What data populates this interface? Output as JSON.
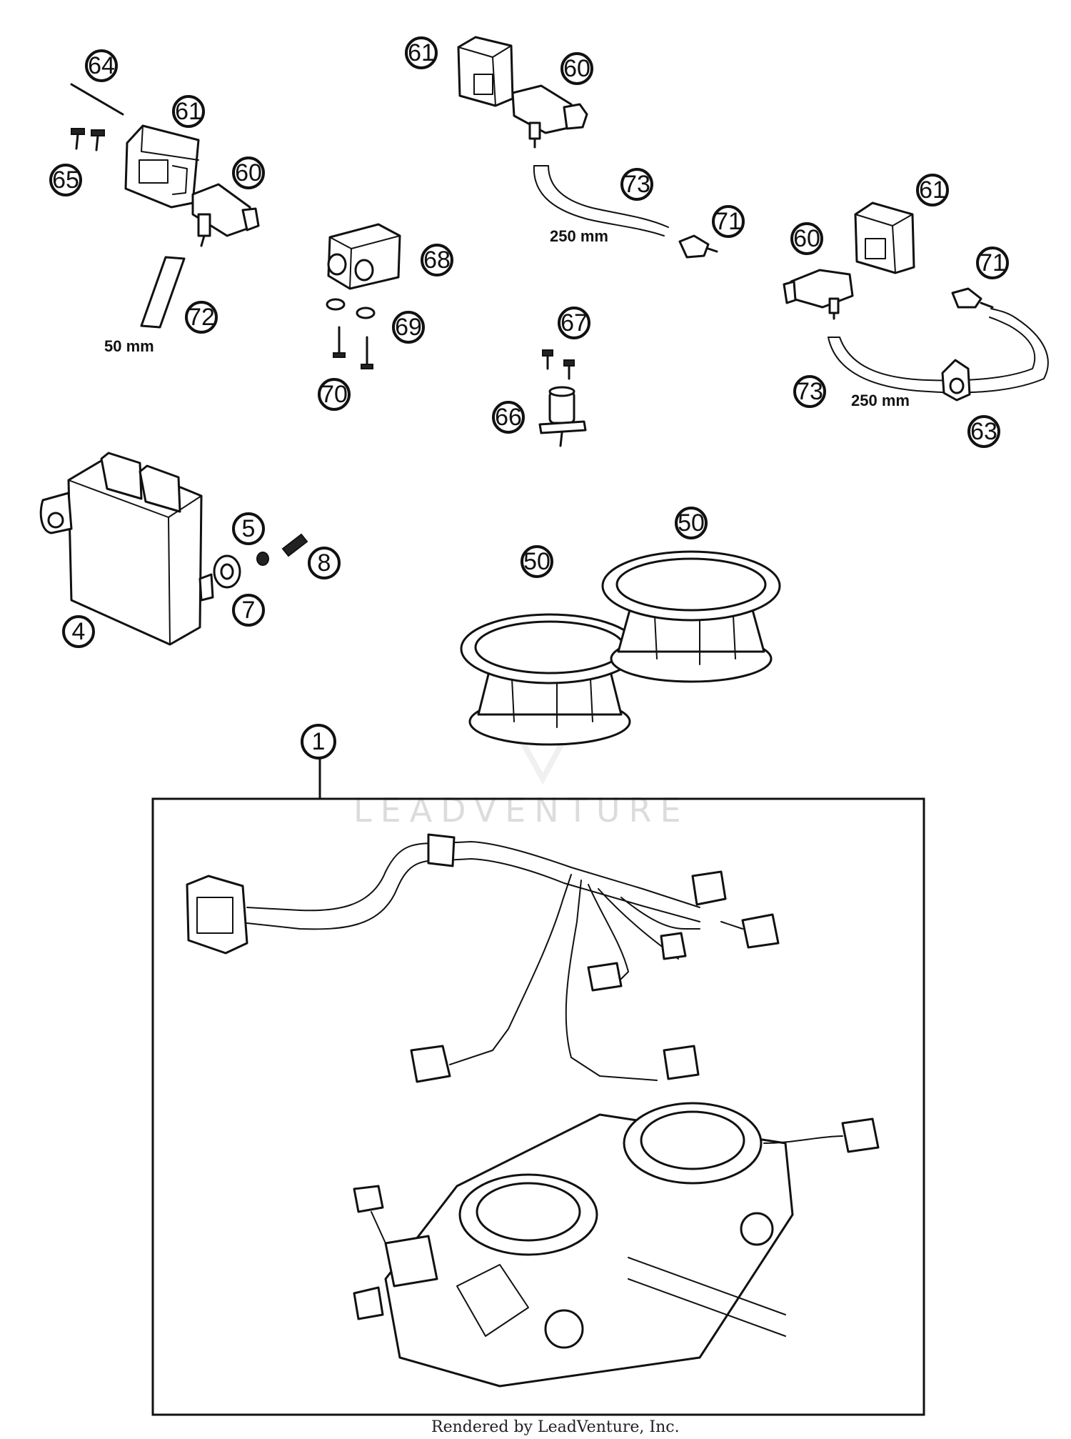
{
  "callouts": {
    "c64": "64",
    "c61a": "61",
    "c65": "65",
    "c60a": "60",
    "c72": "72",
    "c61b": "61",
    "c60b": "60",
    "c73a": "73",
    "c71a": "71",
    "c68": "68",
    "c69": "69",
    "c70": "70",
    "c67": "67",
    "c66": "66",
    "c61c": "61",
    "c60c": "60",
    "c71b": "71",
    "c73b": "73",
    "c63": "63",
    "c5": "5",
    "c8": "8",
    "c7": "7",
    "c4": "4",
    "c50a": "50",
    "c50b": "50",
    "c1": "1"
  },
  "dimensions": {
    "d50": "50 mm",
    "d250a": "250 mm",
    "d250b": "250 mm"
  },
  "watermark": "LEADVENTURE",
  "footer": "Rendered by LeadVenture, Inc."
}
